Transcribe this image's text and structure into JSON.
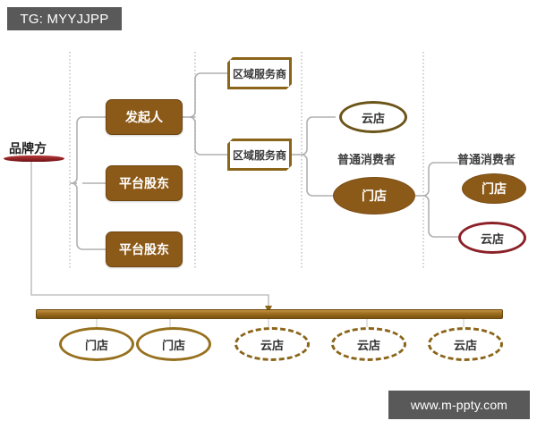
{
  "overlays": {
    "tg_badge": "TG: MYYJJPP",
    "site_badge": "www.m-ppty.com"
  },
  "colors": {
    "brown_fill": "#8c5a18",
    "brown_outline": "#8a6418",
    "gold_outline": "#96701e",
    "dark_brown_outline": "#6b5418",
    "red_outline": "#8c2028",
    "brand_bar": "#8f1f22",
    "bottom_bar": "#9a6c1c",
    "connector": "#b0b0b0",
    "divider": "#cfcfcf",
    "badge_bg": "#595959"
  },
  "brand": {
    "label": "品牌方"
  },
  "tier1": {
    "nodes": [
      {
        "label": "发起人"
      },
      {
        "label": "平台股东"
      },
      {
        "label": "平台股东"
      }
    ]
  },
  "tier2": {
    "nodes": [
      {
        "label": "区域服务商"
      },
      {
        "label": "区域服务商"
      }
    ]
  },
  "tier3": {
    "consumer_label": "普通消费者",
    "nodes": [
      {
        "label": "云店"
      },
      {
        "label": "门店"
      }
    ]
  },
  "tier4": {
    "consumer_label": "普通消费者",
    "nodes": [
      {
        "label": "门店"
      },
      {
        "label": "云店"
      }
    ]
  },
  "bottom_row": {
    "nodes": [
      {
        "label": "门店"
      },
      {
        "label": "门店"
      },
      {
        "label": "云店"
      },
      {
        "label": "云店"
      },
      {
        "label": "云店"
      }
    ]
  }
}
